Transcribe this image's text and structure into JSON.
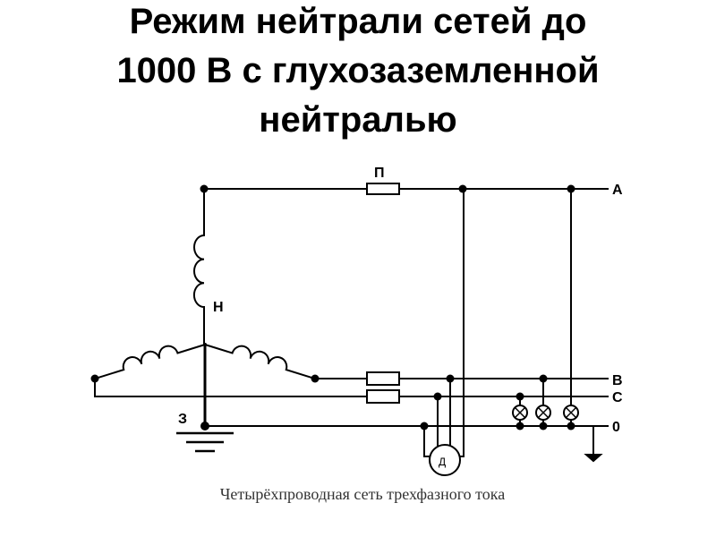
{
  "title": {
    "lines": [
      "Режим нейтрали сетей до",
      "1000 В с глухозаземленной",
      "нейтралью"
    ]
  },
  "diagram": {
    "labels": {
      "fuse": "П",
      "neutral_point": "Н",
      "ground": "З",
      "motor": "Д",
      "phase_a": "A",
      "phase_b": "B",
      "phase_c": "C",
      "neutral": "0"
    },
    "caption": "Четырёхпроводная сеть трехфазного тока"
  }
}
